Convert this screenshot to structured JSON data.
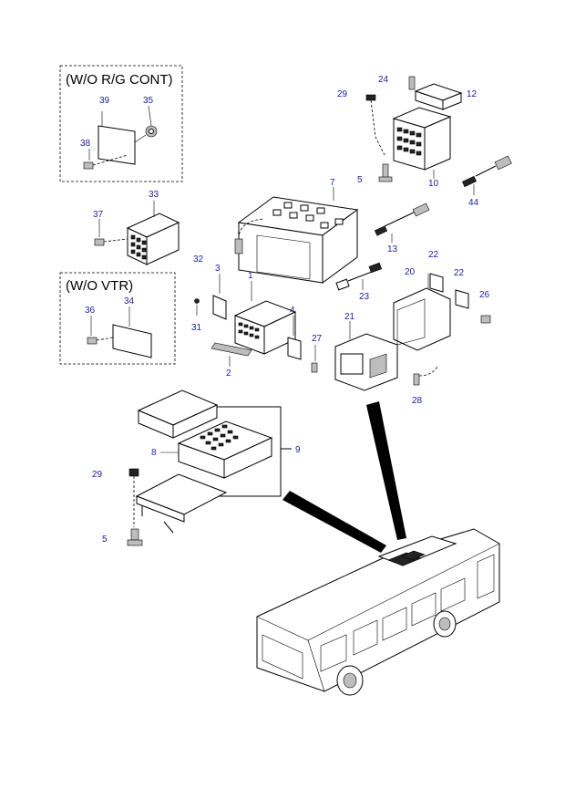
{
  "notes": {
    "rg_cont": "(W/O R/G CONT)",
    "vtr": "(W/O VTR)"
  },
  "callouts": {
    "c1": "1",
    "c2": "2",
    "c3": "3",
    "c4": "4",
    "c5a": "5",
    "c5b": "5",
    "c7": "7",
    "c8": "8",
    "c9": "9",
    "c10": "10",
    "c12": "12",
    "c13": "13",
    "c20": "20",
    "c21": "21",
    "c22a": "22",
    "c22b": "22",
    "c23": "23",
    "c24": "24",
    "c26": "26",
    "c27": "27",
    "c28": "28",
    "c29a": "29",
    "c29b": "29",
    "c31": "31",
    "c32": "32",
    "c33": "33",
    "c34": "34",
    "c35": "35",
    "c36": "36",
    "c37": "37",
    "c38": "38",
    "c39": "39",
    "c44": "44"
  },
  "colors": {
    "callout": "#1a1aa6",
    "line": "#000000",
    "background": "#ffffff"
  }
}
